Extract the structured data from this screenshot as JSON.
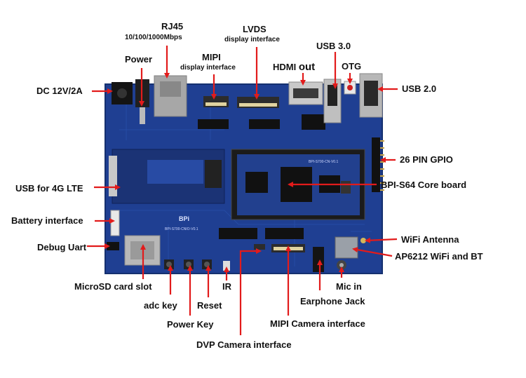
{
  "labels": {
    "rj45": "RJ45",
    "rj45_sub": "10/100/1000Mbps",
    "lvds": "LVDS",
    "lvds_sub": "display interface",
    "power": "Power",
    "mipi": "MIPI",
    "mipi_sub": "display interface",
    "hdmi": "HDMI",
    "hdmi_out": "out",
    "usb3": "USB 3.0",
    "otg": "OTG",
    "dc": "DC 12V/2A",
    "usb2": "USB 2.0",
    "gpio": "26 PIN GPIO",
    "lte": "USB for 4G LTE",
    "core": "BPI-S64 Core board",
    "battery": "Battery interface",
    "wifi_ant": "WiFi Antenna",
    "debug": "Debug Uart",
    "ap6212": "AP6212 WiFi and BT",
    "microsd": "MicroSD card slot",
    "ir": "IR",
    "mic": "Mic in",
    "adc": "adc key",
    "reset": "Reset",
    "earphone": "Earphone Jack",
    "power_key": "Power Key",
    "mipi_cam": "MIPI Camera interface",
    "dvp": "DVP Camera interface"
  },
  "board_prints": {
    "bpi_logo": "BPi",
    "board_id": "BPI-S700-CNIO-V0.1",
    "core_id": "BPI-S700-CN-V0.1"
  },
  "colors": {
    "arrow": "#e21b1b",
    "board": "#1f3f92",
    "module": "#1a1a1a",
    "label": "#111111"
  }
}
